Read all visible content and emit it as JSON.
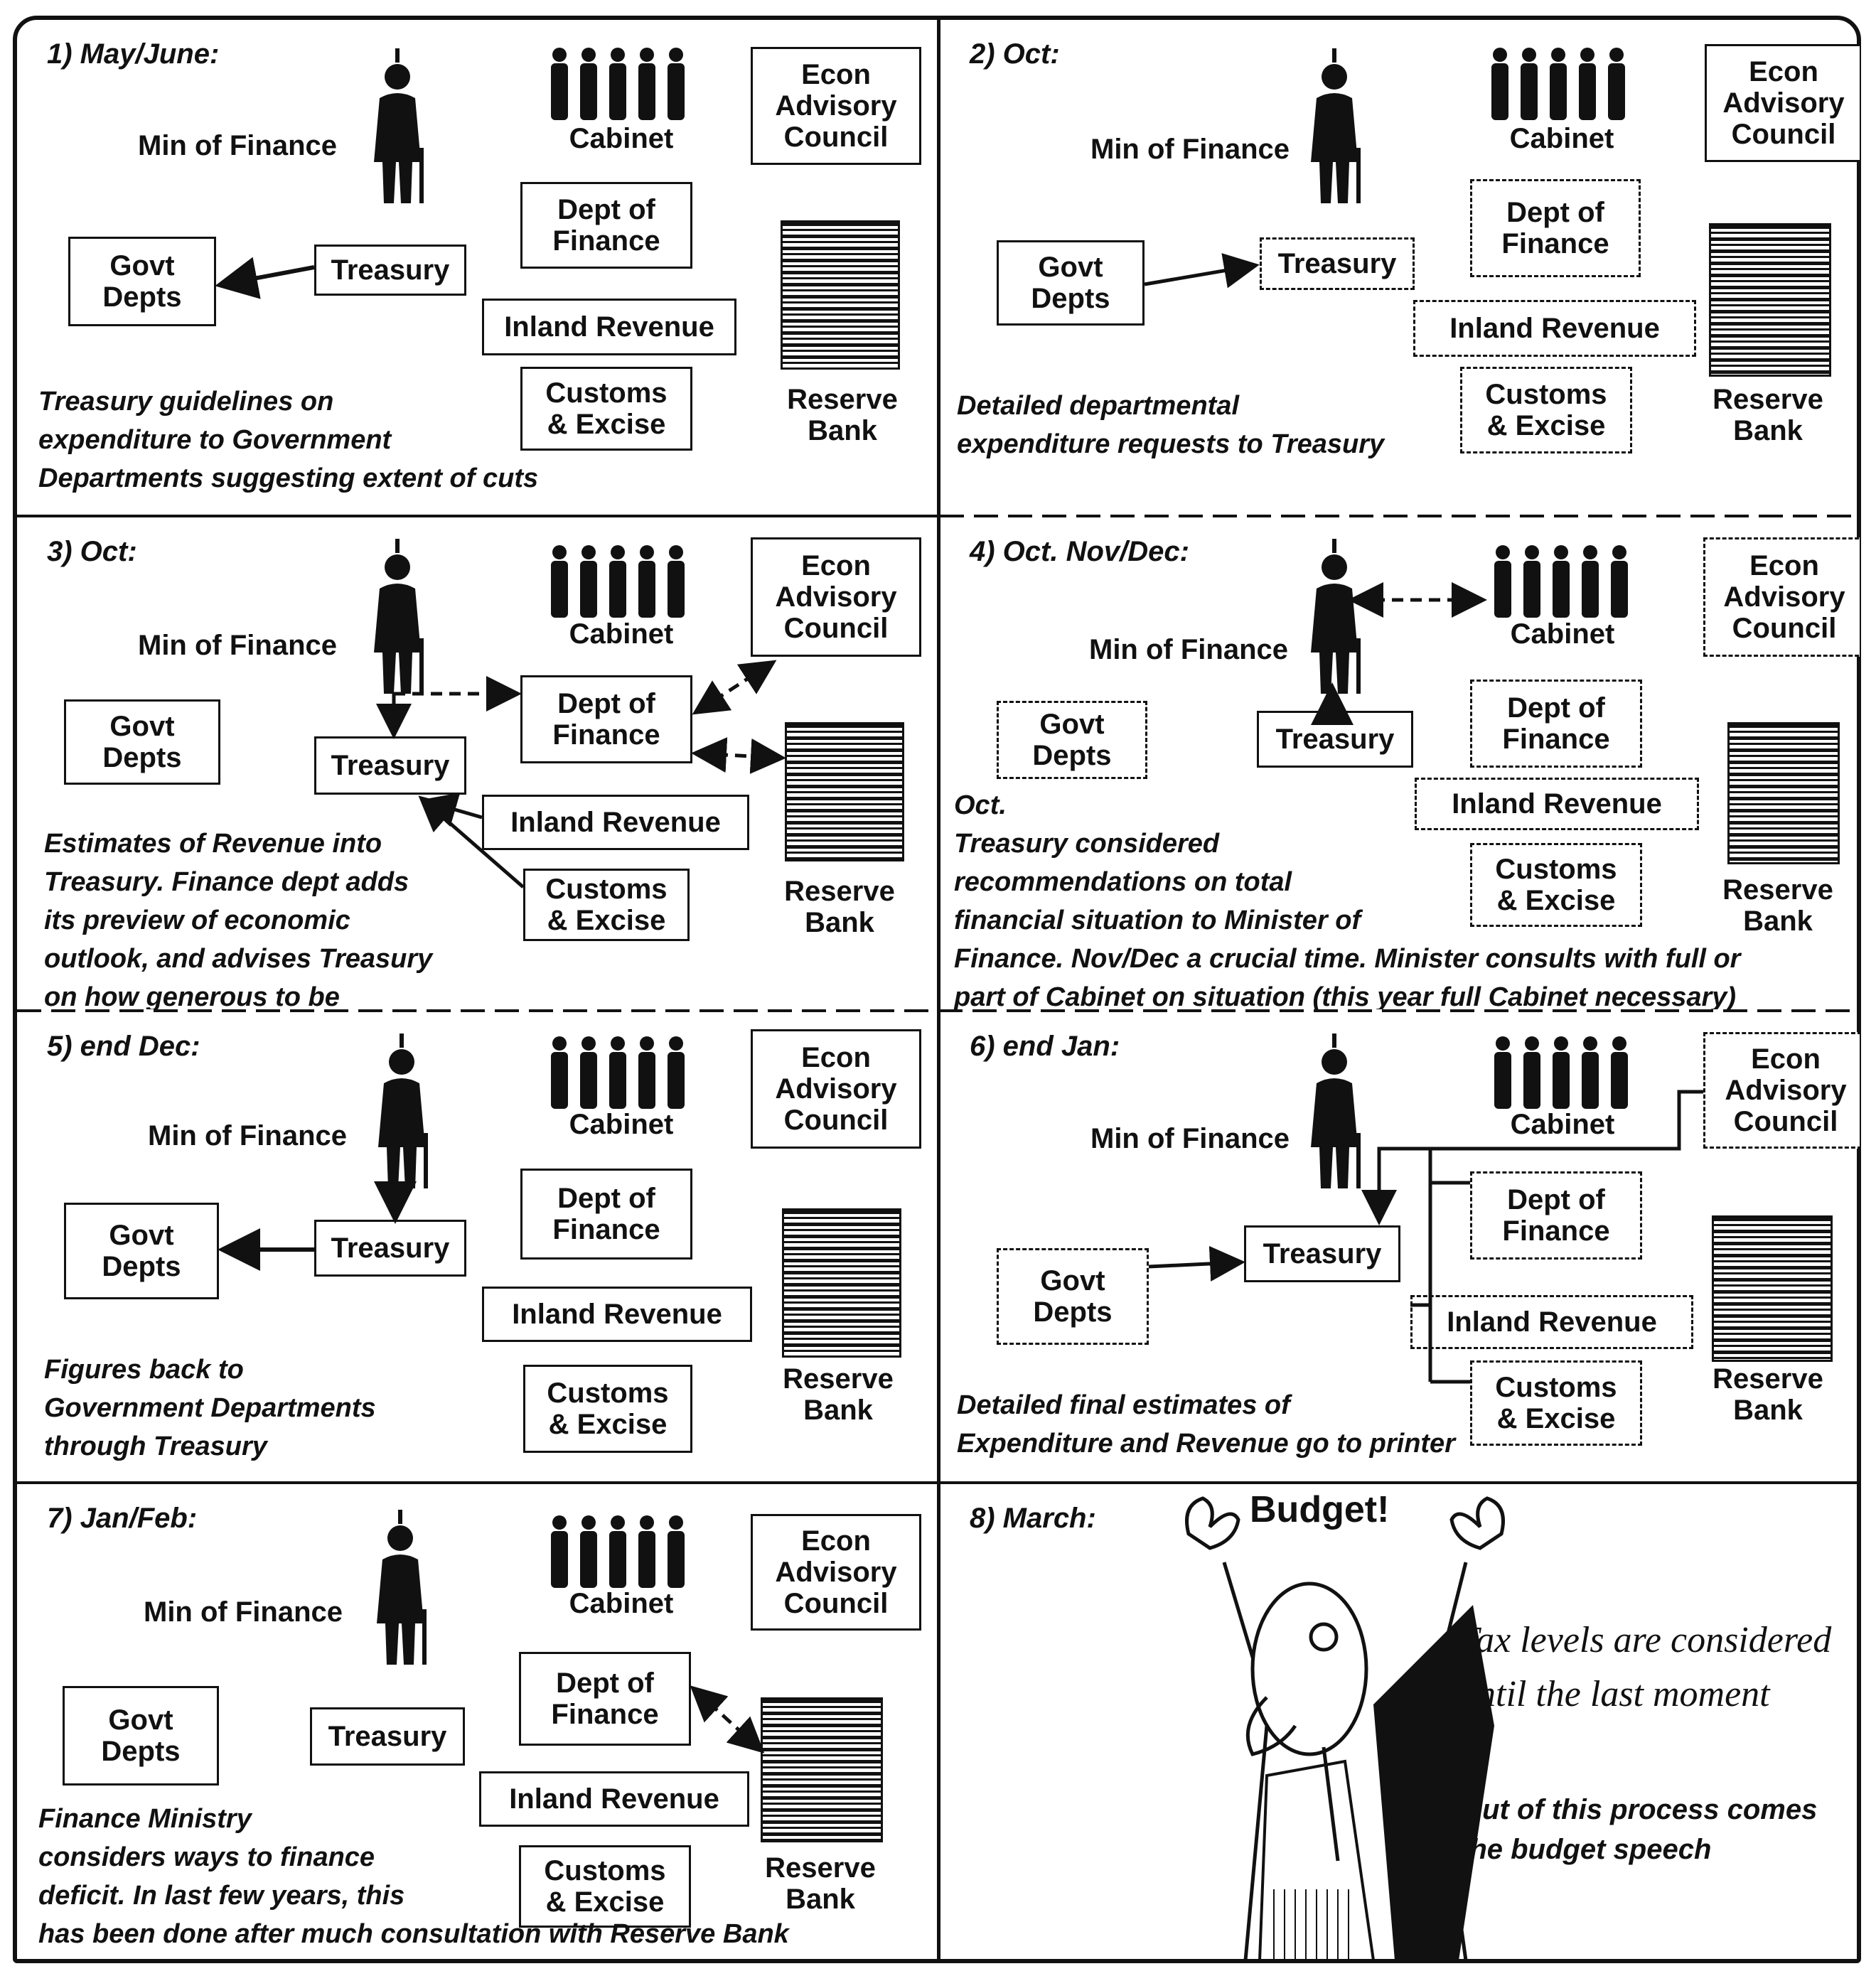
{
  "labels": {
    "min_finance": "Min of Finance",
    "cabinet": "Cabinet",
    "econ_council": "Econ\nAdvisory\nCouncil",
    "govt_depts": "Govt\nDepts",
    "treasury": "Treasury",
    "dept_finance": "Dept of\nFinance",
    "inland_revenue": "Inland Revenue",
    "customs": "Customs\n& Excise",
    "reserve_bank": "Reserve\nBank"
  },
  "panels": [
    {
      "step": "1)  May/June:",
      "caption": "Treasury guidelines on\nexpenditure to Government\nDepartments suggesting extent of cuts"
    },
    {
      "step": "2)  Oct:",
      "caption": "Detailed departmental\nexpenditure  requests to Treasury"
    },
    {
      "step": "3)  Oct:",
      "caption": "Estimates of Revenue into\nTreasury. Finance dept adds\nits preview of economic\noutlook, and advises Treasury\non how generous to be"
    },
    {
      "step": "4)  Oct. Nov/Dec:",
      "caption": "Oct.\nTreasury considered\nrecommendations on total\nfinancial situation to Minister of\nFinance. Nov/Dec a crucial time. Minister consults with full or\npart of Cabinet on situation (this year full Cabinet necessary)"
    },
    {
      "step": "5)   end Dec:",
      "caption": "Figures back to\nGovernment  Departments\nthrough Treasury"
    },
    {
      "step": "6)  end Jan:",
      "caption": "Detailed final estimates of\nExpenditure and Revenue go to printer"
    },
    {
      "step": "7)  Jan/Feb:",
      "caption": "Finance Ministry\nconsiders ways to finance\ndeficit. In last few years, this\nhas been done after much consultation with Reserve Bank"
    },
    {
      "step": "8)  March:",
      "caption": ""
    }
  ],
  "budget": {
    "exclaim": "Budget!",
    "note1": "Tax levels are considered\nuntil the last moment",
    "note2": "Out of this process comes\nthe budget speech"
  }
}
